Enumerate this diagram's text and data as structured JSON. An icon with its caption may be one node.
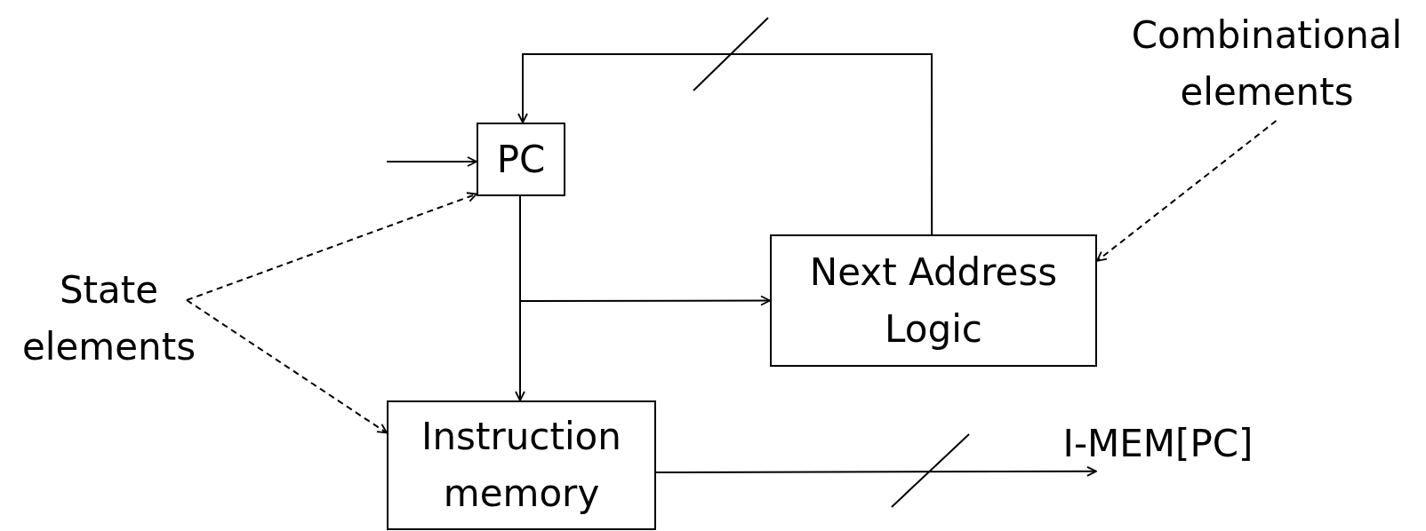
{
  "diagram": {
    "nodes": [
      {
        "text": [
          "PC"
        ]
      },
      {
        "text": [
          "Next Address Logic"
        ]
      },
      {
        "text": [
          "Instruction memory"
        ]
      },
      {
        "text": [
          "State elements"
        ]
      },
      {
        "text": [
          "Combinational elements"
        ]
      },
      {
        "text": [
          "I-MEM[PC]"
        ]
      }
    ],
    "edges": [
      {
        "from": null,
        "to": 0,
        "arrow": "to"
      },
      {
        "from": 0,
        "to": 2,
        "arrow": "to"
      },
      {
        "from": 0,
        "to": 1,
        "arrow": "to"
      },
      {
        "from": 1,
        "to": 0,
        "arrow": "to"
      },
      {
        "from": 2,
        "to": 5,
        "arrow": "to"
      },
      {
        "from": 3,
        "to": 0,
        "arrow": "to",
        "style": "dashed"
      },
      {
        "from": 3,
        "to": 2,
        "arrow": "to",
        "style": "dashed"
      },
      {
        "from": 4,
        "to": 1,
        "arrow": "to",
        "style": "dashed"
      }
    ]
  }
}
